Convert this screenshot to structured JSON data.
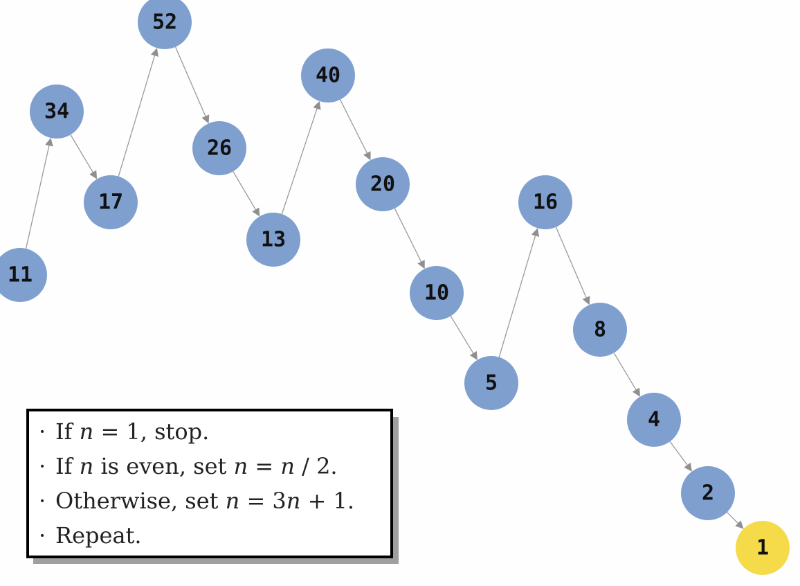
{
  "diagram": {
    "colors": {
      "node_fill": "#7f9fcf",
      "terminal_fill": "#f5da4a",
      "edge": "#9a9a9a"
    },
    "nodes": [
      {
        "id": "n11",
        "label": "11"
      },
      {
        "id": "n34",
        "label": "34"
      },
      {
        "id": "n17",
        "label": "17"
      },
      {
        "id": "n52",
        "label": "52"
      },
      {
        "id": "n26",
        "label": "26"
      },
      {
        "id": "n13",
        "label": "13"
      },
      {
        "id": "n40",
        "label": "40"
      },
      {
        "id": "n20",
        "label": "20"
      },
      {
        "id": "n10",
        "label": "10"
      },
      {
        "id": "n5",
        "label": "5"
      },
      {
        "id": "n16",
        "label": "16"
      },
      {
        "id": "n8",
        "label": "8"
      },
      {
        "id": "n4",
        "label": "4"
      },
      {
        "id": "n2",
        "label": "2"
      },
      {
        "id": "n1",
        "label": "1"
      }
    ],
    "edges": [
      [
        "n11",
        "n34"
      ],
      [
        "n34",
        "n17"
      ],
      [
        "n17",
        "n52"
      ],
      [
        "n52",
        "n26"
      ],
      [
        "n26",
        "n13"
      ],
      [
        "n13",
        "n40"
      ],
      [
        "n40",
        "n20"
      ],
      [
        "n20",
        "n10"
      ],
      [
        "n10",
        "n5"
      ],
      [
        "n5",
        "n16"
      ],
      [
        "n16",
        "n8"
      ],
      [
        "n8",
        "n4"
      ],
      [
        "n4",
        "n2"
      ],
      [
        "n2",
        "n1"
      ]
    ]
  },
  "rules": {
    "bullet": "·",
    "r1_prefix": "If ",
    "r1_var": "n",
    "r1_suffix": " = 1, stop.",
    "r2_prefix": "If ",
    "r2_var": "n",
    "r2_mid": " is even, set ",
    "r2_var2": "n",
    "r2_eq": " = ",
    "r2_var3": "n",
    "r2_suffix": " / 2.",
    "r3_prefix": "Otherwise, set ",
    "r3_var": "n",
    "r3_mid": " = 3",
    "r3_var2": "n",
    "r3_suffix": " + 1.",
    "r4_text": "Repeat."
  }
}
